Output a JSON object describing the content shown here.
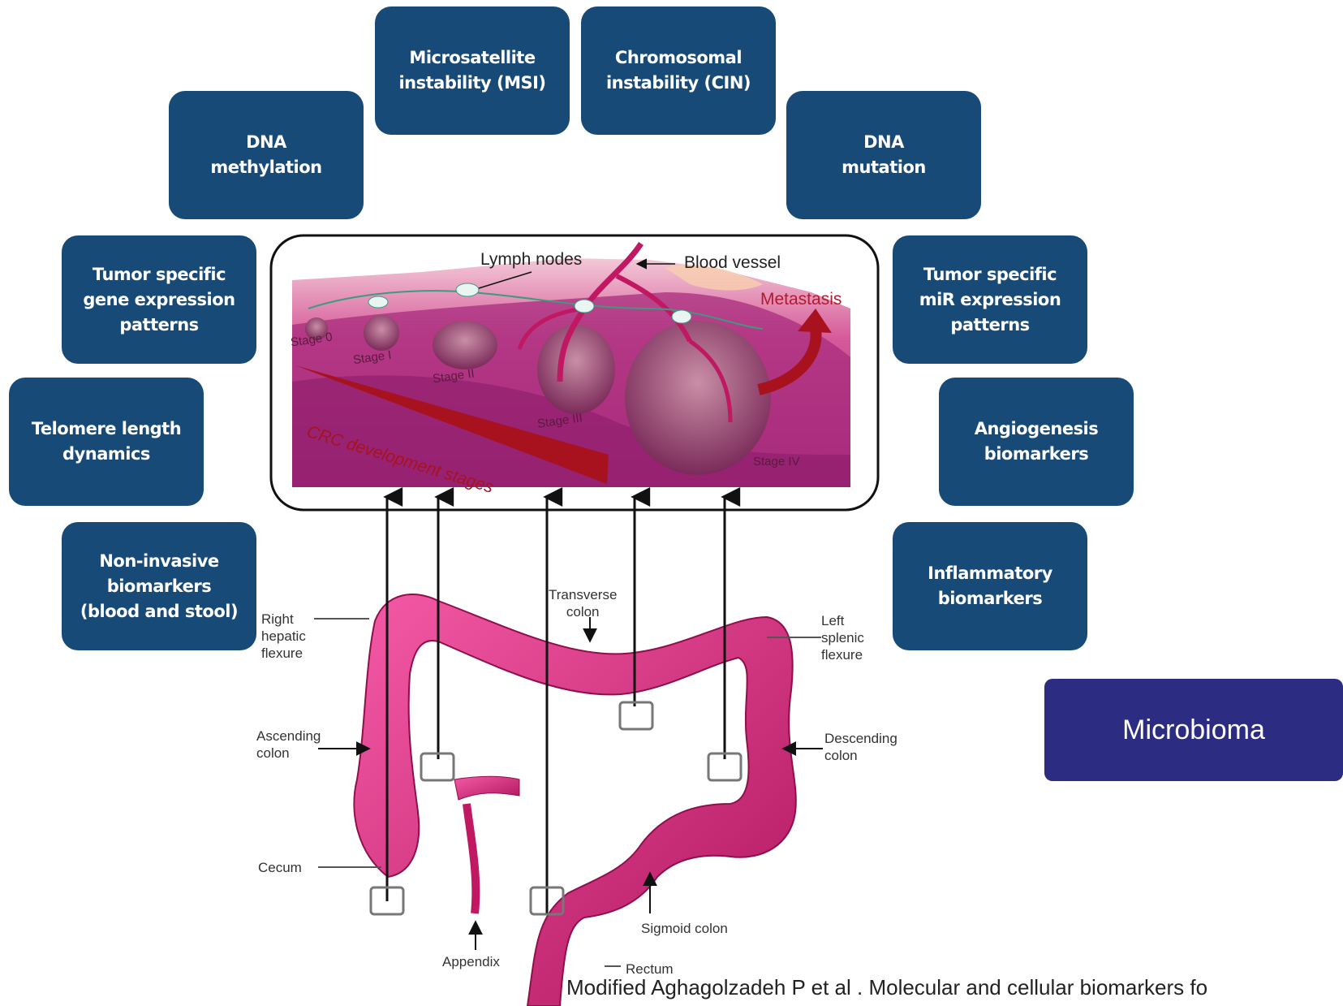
{
  "boxes": {
    "msi": "Microsatellite\ninstability (MSI)",
    "cin": "Chromosomal\ninstability (CIN)",
    "methylation": "DNA\nmethylation",
    "mutation": "DNA\nmutation",
    "gene_expression": "Tumor specific\ngene expression\npatterns",
    "mir_expression": "Tumor specific\nmiR expression\npatterns",
    "telomere": "Telomere length\ndynamics",
    "angiogenesis": "Angiogenesis\nbiomarkers",
    "non_invasive": "Non-invasive\nbiomarkers\n(blood and stool)",
    "inflammatory": "Inflammatory\nbiomarkers"
  },
  "microbioma": "Microbioma",
  "stage_panel": {
    "lymph_nodes": "Lymph nodes",
    "blood_vessel": "Blood vessel",
    "metastasis": "Metastasis",
    "stage0": "Stage 0",
    "stage1": "Stage I",
    "stage2": "Stage II",
    "stage3": "Stage III",
    "stage4": "Stage IV",
    "development": "CRC development stages"
  },
  "colon_labels": {
    "right_hepatic": "Right\nhepatic\nflexure",
    "transverse": "Transverse\ncolon",
    "left_splenic": "Left\nsplenic\nflexure",
    "ascending": "Ascending\ncolon",
    "descending": "Descending\ncolon",
    "cecum": "Cecum",
    "sigmoid": "Sigmoid colon",
    "appendix": "Appendix",
    "rectum": "Rectum"
  },
  "citation": "Modified Aghagolzadeh P et al . Molecular and cellular biomarkers fo",
  "colors": {
    "box": "#184a78",
    "microbioma": "#2c2c83",
    "colon": "#d6237a",
    "tissue": "#c0397f",
    "metastasis": "#b01c2e"
  }
}
